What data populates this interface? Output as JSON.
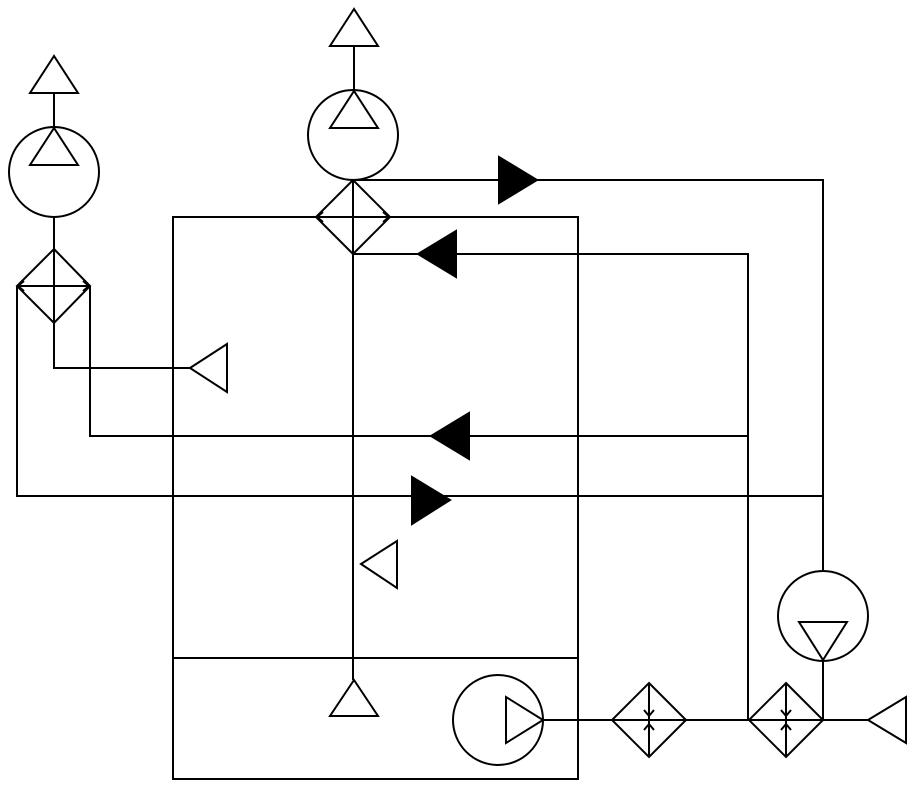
{
  "diagram": {
    "background": "#ffffff",
    "stroke_color": "#000000",
    "icons": {
      "filled_flow_arrow": "filled-triangle-arrow",
      "open_triangle": "open-triangle",
      "pump": "circle-with-triangle",
      "heat_exchanger": "diamond-with-cross"
    }
  }
}
